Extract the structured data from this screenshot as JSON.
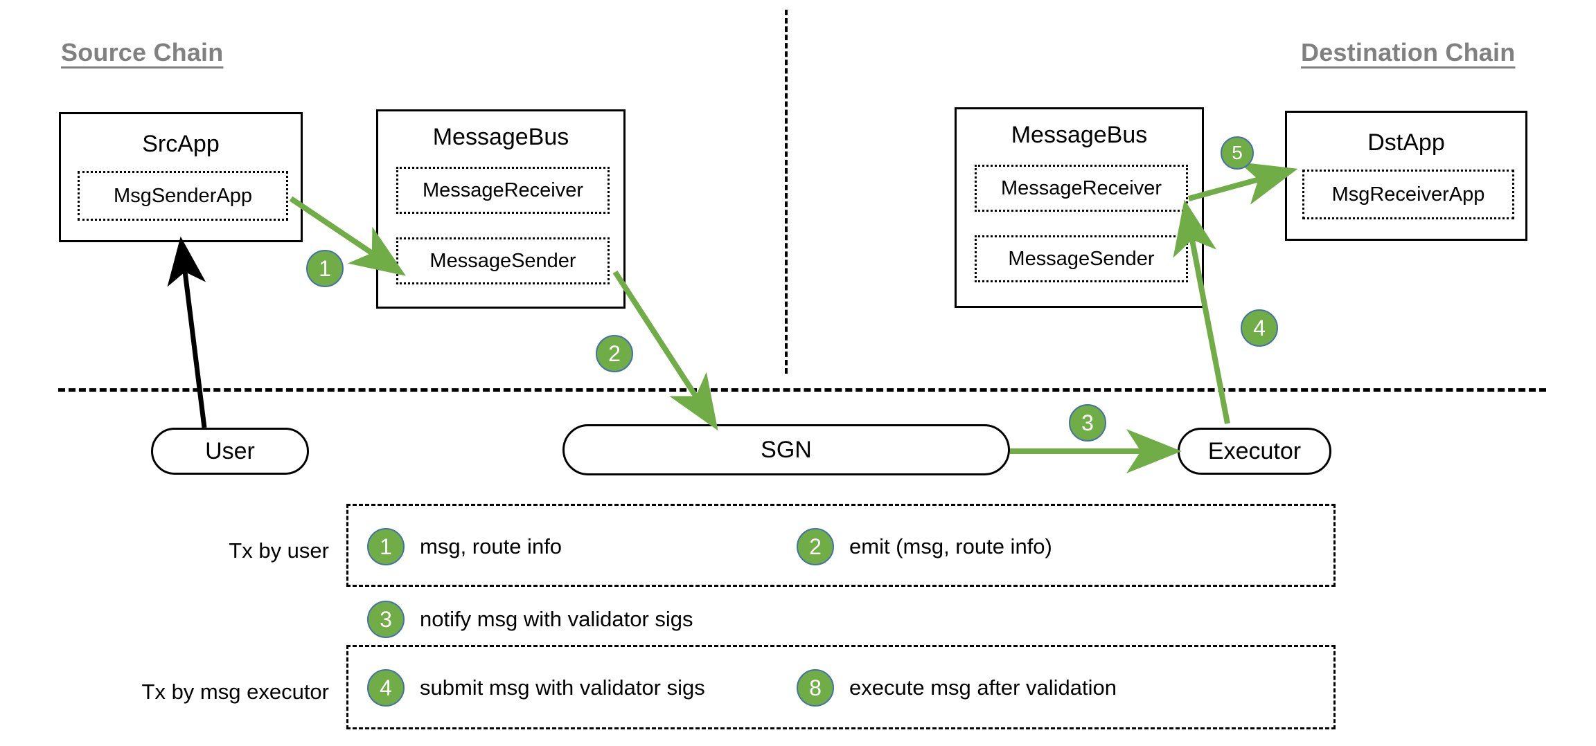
{
  "diagram": {
    "title": "Cross-chain message passing flow",
    "colors": {
      "badge_fill": "#70AD47",
      "badge_stroke": "#4472A8",
      "arrow_green": "#70AD47",
      "arrow_black": "#000000",
      "heading_gray": "#808080"
    }
  },
  "headings": {
    "source_chain": "Source Chain",
    "destination_chain": "Destination Chain"
  },
  "source_chain": {
    "src_app": {
      "title": "SrcApp",
      "components": [
        "MsgSenderApp"
      ]
    },
    "message_bus": {
      "title": "MessageBus",
      "components": [
        "MessageReceiver",
        "MessageSender"
      ]
    }
  },
  "destination_chain": {
    "message_bus": {
      "title": "MessageBus",
      "components": [
        "MessageReceiver",
        "MessageSender"
      ]
    },
    "dst_app": {
      "title": "DstApp",
      "components": [
        "MsgReceiverApp"
      ]
    }
  },
  "offchain": {
    "user": "User",
    "sgn": "SGN",
    "executor": "Executor"
  },
  "flow_badges": {
    "step1": "1",
    "step2": "2",
    "step3": "3",
    "step4": "4",
    "step5": "5"
  },
  "legend": {
    "row1_label": "Tx by user",
    "row2_label": "Tx by msg executor",
    "items": [
      {
        "num": "1",
        "text": "msg, route info"
      },
      {
        "num": "2",
        "text": "emit (msg, route info)"
      },
      {
        "num": "3",
        "text": "notify msg with validator sigs"
      },
      {
        "num": "4",
        "text": "submit msg with validator sigs"
      },
      {
        "num": "8",
        "text": "execute msg after validation"
      }
    ]
  }
}
